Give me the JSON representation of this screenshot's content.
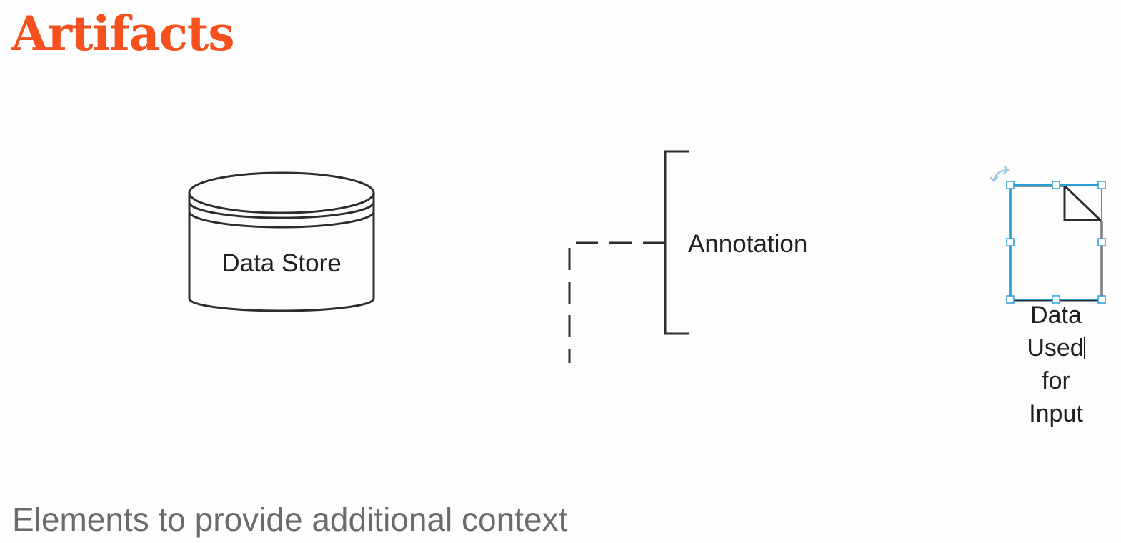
{
  "slide": {
    "title": "Artifacts",
    "subtitle": "Elements to provide additional context"
  },
  "diagram": {
    "data_store": {
      "label": "Data Store"
    },
    "annotation": {
      "label": "Annotation"
    },
    "data_input": {
      "label_lines": [
        "Data",
        "Used",
        "for",
        "Input"
      ],
      "selected": true
    }
  },
  "colors": {
    "title": "#f4511e",
    "subtitle": "#6b6b6b",
    "shape_stroke": "#2b2d31",
    "selection": "#2a9fd6"
  }
}
